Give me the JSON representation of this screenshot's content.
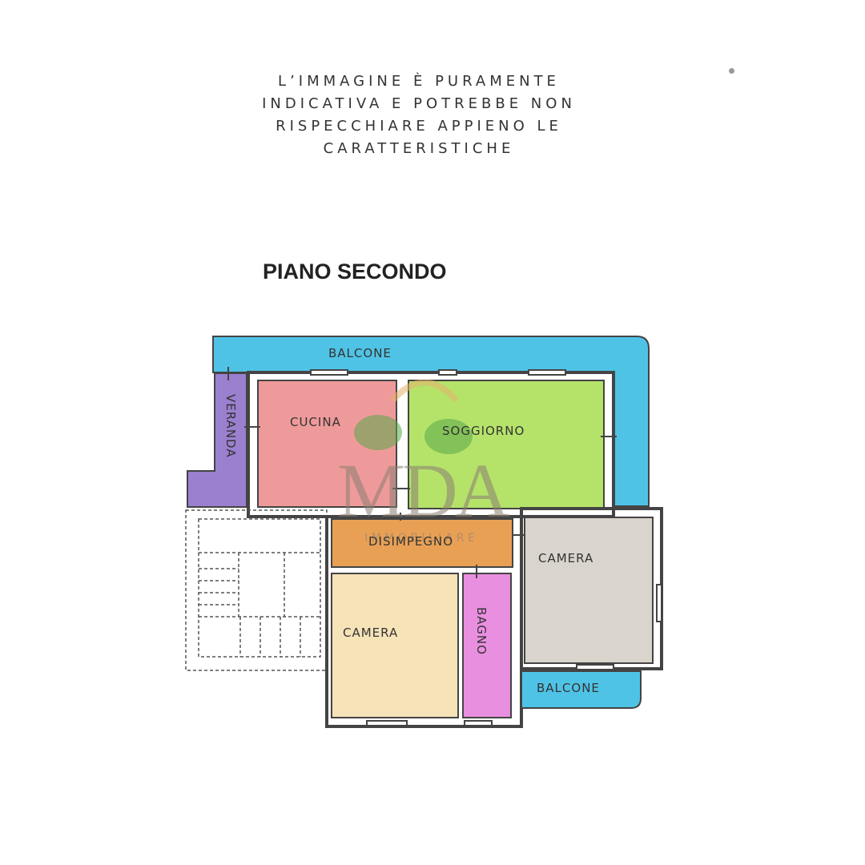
{
  "disclaimer": {
    "lines": [
      "L’IMMAGINE È PURAMENTE",
      "INDICATIVA E POTREBBE NON",
      "RISPECCHIARE APPIENO LE",
      "CARATTERISTICHE"
    ]
  },
  "plan": {
    "title": "PIANO SECONDO",
    "rooms": {
      "balcone_top": "BALCONE",
      "veranda": "VERANDA",
      "cucina": "CUCINA",
      "soggiorno": "SOGGIORNO",
      "disimpegno": "DISIMPEGNO",
      "camera_right": "CAMERA",
      "camera_bottom": "CAMERA",
      "bagno": "BAGNO",
      "balcone_bottom": "BALCONE"
    }
  },
  "watermark": {
    "logo_text": "MDA",
    "sub_text": "I M M O B I L I A R E"
  },
  "colors": {
    "balcone": "#4fc3e6",
    "veranda": "#9a80cf",
    "cucina": "#ef9a9a",
    "soggiorno": "#b5e36a",
    "disimpegno": "#e8a055",
    "camera_right": "#d9d4cc",
    "camera_bottom": "#f6e3b8",
    "bagno": "#e98fe0",
    "wall": "#444444"
  }
}
